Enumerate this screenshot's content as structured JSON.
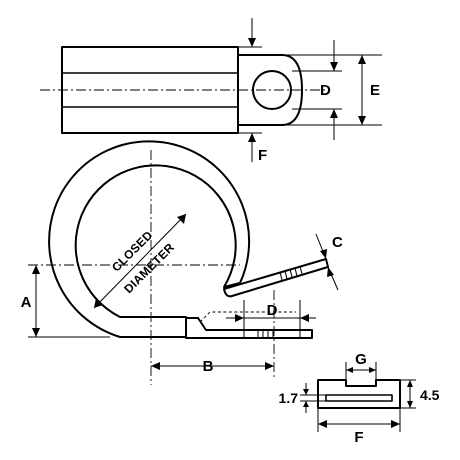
{
  "views": {
    "top_view": {
      "labels": {
        "d": "D",
        "e": "E",
        "f": "F"
      }
    },
    "side_view": {
      "labels": {
        "closed_line1": "CLOSED",
        "closed_line2": "DIAMETER",
        "c": "C",
        "a": "A",
        "b": "B",
        "d": "D"
      }
    },
    "section_view": {
      "labels": {
        "g": "G",
        "f": "F",
        "thickness_left": "1.7",
        "thickness_right": "4.5"
      }
    }
  }
}
